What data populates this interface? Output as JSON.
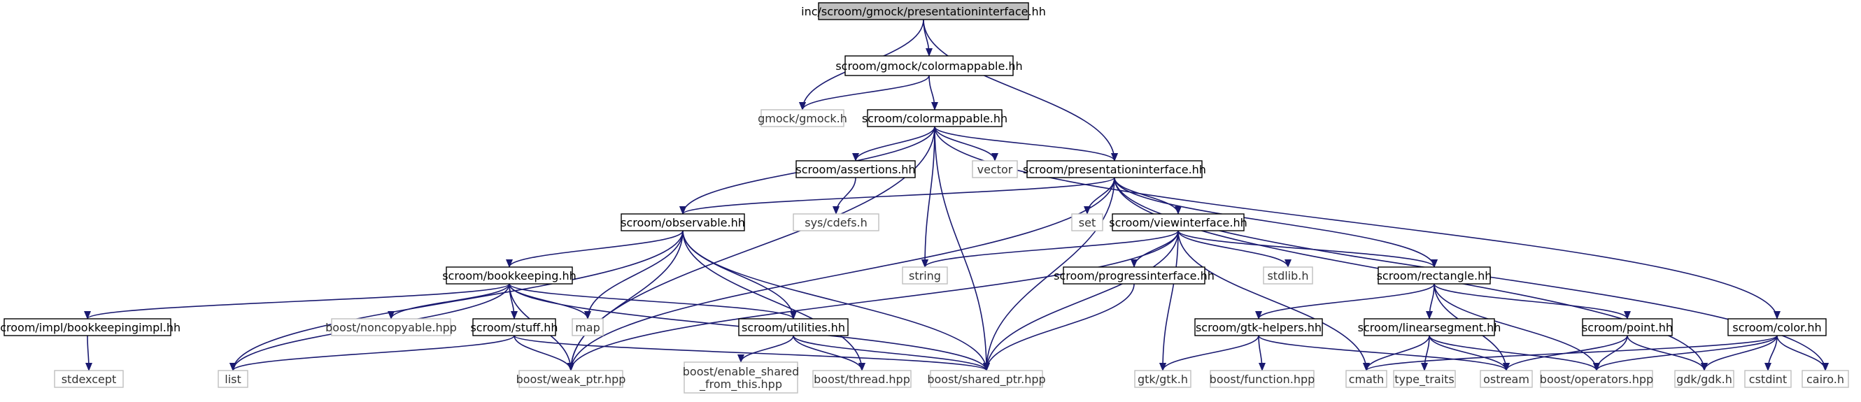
{
  "colors": {
    "edge": "#191970",
    "node_border": "#000000",
    "external_border": "#bfbfbf",
    "root_fill": "#bfbfbf",
    "fill": "#ffffff"
  },
  "nodes": [
    {
      "id": "n0",
      "label": "inc/scroom/gmock/presentationinterface.hh",
      "kind": "root"
    },
    {
      "id": "n1",
      "label": "scroom/gmock/colormappable.hh",
      "kind": "header"
    },
    {
      "id": "n2",
      "label": "gmock/gmock.h",
      "kind": "external"
    },
    {
      "id": "n3",
      "label": "scroom/colormappable.hh",
      "kind": "header"
    },
    {
      "id": "n4",
      "label": "scroom/assertions.hh",
      "kind": "header"
    },
    {
      "id": "n5",
      "label": "vector",
      "kind": "external"
    },
    {
      "id": "n6",
      "label": "scroom/presentationinterface.hh",
      "kind": "header"
    },
    {
      "id": "n7",
      "label": "sys/cdefs.h",
      "kind": "external"
    },
    {
      "id": "n8",
      "label": "scroom/observable.hh",
      "kind": "header"
    },
    {
      "id": "n9",
      "label": "set",
      "kind": "external"
    },
    {
      "id": "n10",
      "label": "scroom/viewinterface.hh",
      "kind": "header"
    },
    {
      "id": "n11",
      "label": "string",
      "kind": "external"
    },
    {
      "id": "n12",
      "label": "scroom/bookkeeping.hh",
      "kind": "header"
    },
    {
      "id": "n13",
      "label": "scroom/progressinterface.hh",
      "kind": "header"
    },
    {
      "id": "n14",
      "label": "stdlib.h",
      "kind": "external"
    },
    {
      "id": "n15",
      "label": "scroom/rectangle.hh",
      "kind": "header"
    },
    {
      "id": "n16",
      "label": "scroom/impl/bookkeepingimpl.hh",
      "kind": "header"
    },
    {
      "id": "n17",
      "label": "boost/noncopyable.hpp",
      "kind": "external"
    },
    {
      "id": "n18",
      "label": "map",
      "kind": "external"
    },
    {
      "id": "n19",
      "label": "scroom/stuff.hh",
      "kind": "header"
    },
    {
      "id": "n20",
      "label": "scroom/utilities.hh",
      "kind": "header"
    },
    {
      "id": "n21",
      "label": "scroom/gtk-helpers.hh",
      "kind": "header"
    },
    {
      "id": "n22",
      "label": "scroom/linearsegment.hh",
      "kind": "header"
    },
    {
      "id": "n23",
      "label": "scroom/point.hh",
      "kind": "header"
    },
    {
      "id": "n24",
      "label": "scroom/color.hh",
      "kind": "header"
    },
    {
      "id": "n25",
      "label": "stdexcept",
      "kind": "external"
    },
    {
      "id": "n26",
      "label": "list",
      "kind": "external"
    },
    {
      "id": "n27",
      "label": "boost/weak_ptr.hpp",
      "kind": "external"
    },
    {
      "id": "n28",
      "label": "boost/enable_shared\n_from_this.hpp",
      "kind": "external"
    },
    {
      "id": "n29",
      "label": "boost/thread.hpp",
      "kind": "external"
    },
    {
      "id": "n30",
      "label": "boost/shared_ptr.hpp",
      "kind": "external"
    },
    {
      "id": "n31",
      "label": "gtk/gtk.h",
      "kind": "external"
    },
    {
      "id": "n32",
      "label": "boost/function.hpp",
      "kind": "external"
    },
    {
      "id": "n33",
      "label": "cmath",
      "kind": "external"
    },
    {
      "id": "n34",
      "label": "type_traits",
      "kind": "external"
    },
    {
      "id": "n35",
      "label": "ostream",
      "kind": "external"
    },
    {
      "id": "n36",
      "label": "boost/operators.hpp",
      "kind": "external"
    },
    {
      "id": "n37",
      "label": "gdk/gdk.h",
      "kind": "external"
    },
    {
      "id": "n38",
      "label": "cstdint",
      "kind": "external"
    },
    {
      "id": "n39",
      "label": "cairo.h",
      "kind": "external"
    }
  ],
  "edges": [
    [
      "n0",
      "n1"
    ],
    [
      "n0",
      "n2"
    ],
    [
      "n0",
      "n6"
    ],
    [
      "n1",
      "n2"
    ],
    [
      "n1",
      "n3"
    ],
    [
      "n3",
      "n4"
    ],
    [
      "n3",
      "n5"
    ],
    [
      "n3",
      "n6"
    ],
    [
      "n3",
      "n8"
    ],
    [
      "n3",
      "n11"
    ],
    [
      "n3",
      "n24"
    ],
    [
      "n3",
      "n27"
    ],
    [
      "n3",
      "n30"
    ],
    [
      "n4",
      "n7"
    ],
    [
      "n6",
      "n8"
    ],
    [
      "n6",
      "n9"
    ],
    [
      "n6",
      "n10"
    ],
    [
      "n6",
      "n15"
    ],
    [
      "n6",
      "n27"
    ],
    [
      "n6",
      "n30"
    ],
    [
      "n6",
      "n37"
    ],
    [
      "n6",
      "n39"
    ],
    [
      "n8",
      "n12"
    ],
    [
      "n8",
      "n18"
    ],
    [
      "n8",
      "n20"
    ],
    [
      "n8",
      "n26"
    ],
    [
      "n8",
      "n27"
    ],
    [
      "n8",
      "n29"
    ],
    [
      "n8",
      "n30"
    ],
    [
      "n10",
      "n11"
    ],
    [
      "n10",
      "n13"
    ],
    [
      "n10",
      "n14"
    ],
    [
      "n10",
      "n15"
    ],
    [
      "n10",
      "n27"
    ],
    [
      "n10",
      "n30"
    ],
    [
      "n10",
      "n31"
    ],
    [
      "n10",
      "n33"
    ],
    [
      "n12",
      "n16"
    ],
    [
      "n12",
      "n17"
    ],
    [
      "n12",
      "n18"
    ],
    [
      "n12",
      "n19"
    ],
    [
      "n12",
      "n20"
    ],
    [
      "n12",
      "n26"
    ],
    [
      "n12",
      "n27"
    ],
    [
      "n12",
      "n30"
    ],
    [
      "n13",
      "n30"
    ],
    [
      "n15",
      "n21"
    ],
    [
      "n15",
      "n22"
    ],
    [
      "n15",
      "n23"
    ],
    [
      "n15",
      "n35"
    ],
    [
      "n15",
      "n36"
    ],
    [
      "n16",
      "n25"
    ],
    [
      "n19",
      "n26"
    ],
    [
      "n19",
      "n27"
    ],
    [
      "n19",
      "n30"
    ],
    [
      "n20",
      "n28"
    ],
    [
      "n20",
      "n29"
    ],
    [
      "n20",
      "n30"
    ],
    [
      "n21",
      "n31"
    ],
    [
      "n21",
      "n32"
    ],
    [
      "n21",
      "n35"
    ],
    [
      "n22",
      "n33"
    ],
    [
      "n22",
      "n34"
    ],
    [
      "n22",
      "n35"
    ],
    [
      "n22",
      "n36"
    ],
    [
      "n23",
      "n35"
    ],
    [
      "n23",
      "n36"
    ],
    [
      "n23",
      "n37"
    ],
    [
      "n24",
      "n33"
    ],
    [
      "n24",
      "n36"
    ],
    [
      "n24",
      "n37"
    ],
    [
      "n24",
      "n38"
    ],
    [
      "n24",
      "n39"
    ]
  ]
}
